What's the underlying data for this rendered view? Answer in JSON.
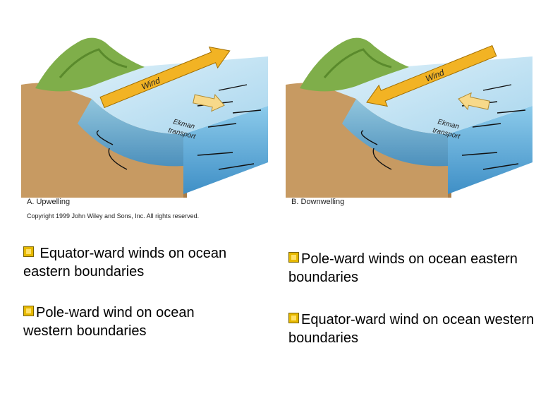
{
  "panels": [
    {
      "label": "A.  Upwelling",
      "copyright": "Copyright 1999 John Wiley and Sons, Inc. All rights reserved.",
      "wind_label": "Wind",
      "ekman_label_1": "Ekman",
      "ekman_label_2": "transport"
    },
    {
      "label": "B.  Downwelling",
      "wind_label": "Wind",
      "ekman_label_1": "Ekman",
      "ekman_label_2": "transport"
    }
  ],
  "bullets_left": [
    {
      "text": " Equator-ward winds on ocean eastern boundaries"
    },
    {
      "text": "Pole-ward wind on ocean western boundaries"
    }
  ],
  "bullets_right": [
    {
      "text": "Pole-ward winds on ocean eastern boundaries"
    },
    {
      "text": "Equator-ward wind on ocean western boundaries"
    }
  ],
  "colors": {
    "sea_top": "#b9dff0",
    "sea_front": "#5aa6d6",
    "land": "#c79a62",
    "hill": "#7fae4a",
    "wind_arrow": "#f2b324",
    "ekman_arrow": "#f7d98a"
  }
}
